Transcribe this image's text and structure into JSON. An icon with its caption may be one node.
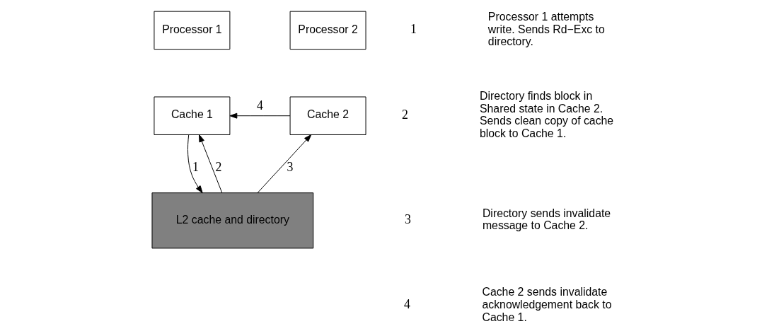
{
  "diagram": {
    "nodes": [
      {
        "text": [
          "Processor 1"
        ]
      },
      {
        "text": [
          "Cache 1"
        ]
      },
      {
        "text": [
          "Processor 2"
        ]
      },
      {
        "text": [
          "Cache 2"
        ]
      },
      {
        "text": [
          "L2 cache and directory"
        ]
      }
    ],
    "edges": [
      {
        "from": 1,
        "to": 4,
        "arrow": "to",
        "label": "1"
      },
      {
        "from": 4,
        "to": 1,
        "arrow": "to",
        "label": "2"
      },
      {
        "from": 4,
        "to": 3,
        "arrow": "to",
        "label": "3"
      },
      {
        "from": 3,
        "to": 1,
        "arrow": "to",
        "label": "4"
      }
    ],
    "labels": [
      "1",
      "Processor 1 attempts write. Sends Rd−Exc to directory.",
      "2",
      "Directory finds block in Shared state in Cache 2. Sends clean copy of cache block to Cache 1.",
      "3",
      "Directory sends invalidate message to Cache 2.",
      "4",
      "Cache 2 sends invalidate acknowledgement back to Cache 1."
    ]
  }
}
